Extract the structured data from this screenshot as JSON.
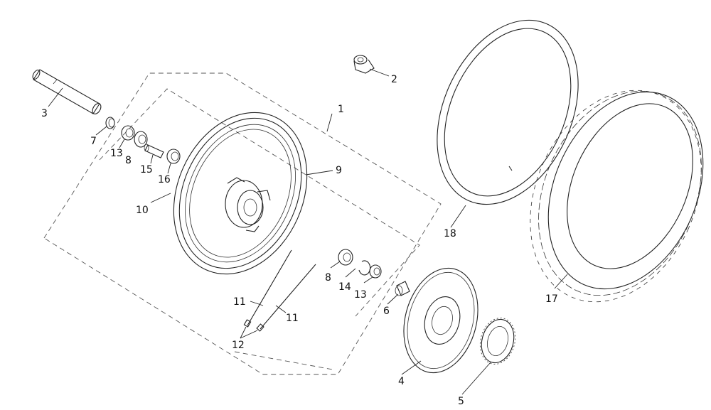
{
  "callouts": {
    "c1": "1",
    "c2": "2",
    "c3": "3",
    "c4": "4",
    "c5": "5",
    "c6": "6",
    "c7": "7",
    "c8a": "8",
    "c8b": "8",
    "c9": "9",
    "c10": "10",
    "c11a": "11",
    "c11b": "11",
    "c12": "12",
    "c13a": "13",
    "c13b": "13",
    "c14": "14",
    "c15": "15",
    "c16": "16",
    "c17": "17",
    "c18": "18"
  }
}
